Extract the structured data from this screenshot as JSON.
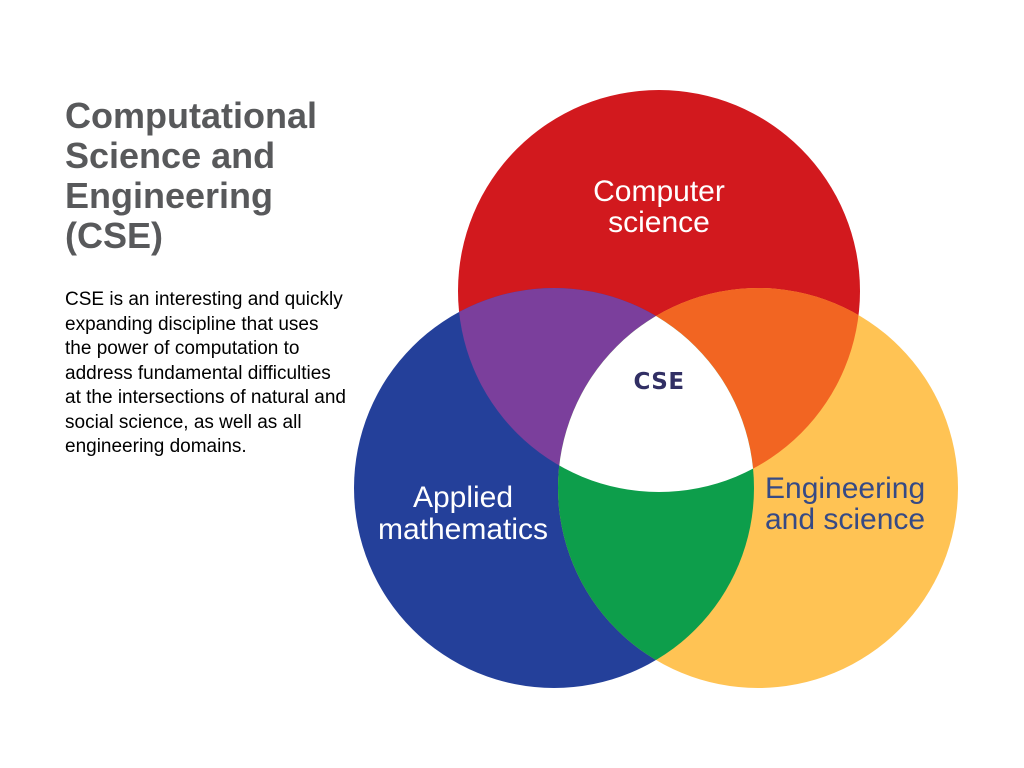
{
  "header": {
    "title": "Computational\nScience and\nEngineering\n(CSE)",
    "description": "CSE is an interesting and quickly\nexpanding discipline that uses\nthe power of computation to\naddress fundamental difficulties\nat the intersections of natural and\nsocial science, as well as all\nengineering domains."
  },
  "colors": {
    "background": "#FFFFFF",
    "title_text": "#58595B",
    "body_text": "#000000"
  },
  "venn": {
    "center": {
      "label": "CSE",
      "label_color": "#312F64",
      "fill": "#FFFFFF"
    },
    "circles": [
      {
        "id": "computer-science",
        "label": "Computer\nscience",
        "fill": "#D2191E",
        "label_color": "#FFFFFF"
      },
      {
        "id": "applied-mathematics",
        "label": "Applied\nmathematics",
        "fill": "#24409A",
        "label_color": "#FFFFFF"
      },
      {
        "id": "engineering-and-science",
        "label": "Engineering\nand science",
        "fill": "#FFC354",
        "label_color": "#364A85"
      }
    ],
    "overlaps": [
      {
        "id": "computer-science-and-applied-mathematics",
        "fill": "#7B3F9C"
      },
      {
        "id": "computer-science-and-engineering",
        "fill": "#F26522"
      },
      {
        "id": "applied-mathematics-and-engineering",
        "fill": "#0D9E4B"
      }
    ]
  }
}
